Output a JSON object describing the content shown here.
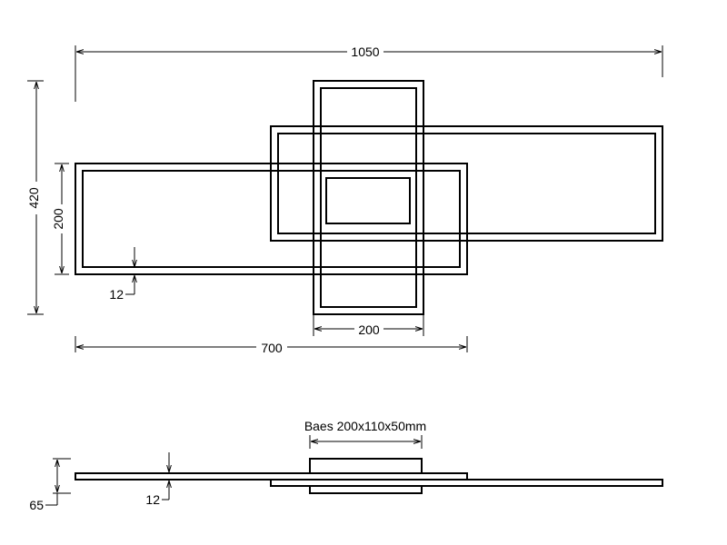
{
  "top_view": {
    "overall_width": "1050",
    "overall_height": "420",
    "panel_height": "200",
    "frame_thickness": "12",
    "vertical_frame_width": "200",
    "left_panel_width": "700"
  },
  "side_view": {
    "base_label": "Baes 200x110x50mm",
    "profile_thickness": "12",
    "total_height": "65"
  }
}
